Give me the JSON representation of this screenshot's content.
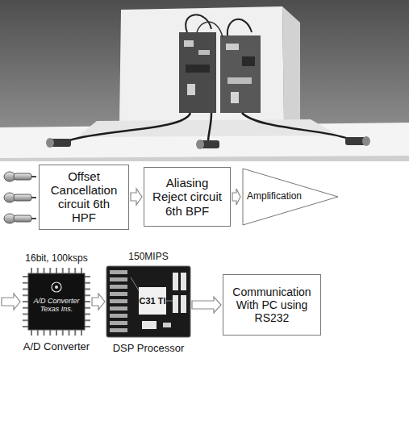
{
  "diagram": {
    "nodes": [
      {
        "text": [
          "Offset Cancellation circuit 6th HPF"
        ]
      },
      {
        "text": [
          "Aliasing Reject circuit 6th BPF"
        ]
      },
      {
        "text": [
          "Amplification"
        ]
      },
      {
        "text": [
          "16bit, 100ksps",
          "A/D Converter Texas Ins.",
          "A/D Converter"
        ]
      },
      {
        "text": [
          "150MIPS",
          "C31 TI",
          "DSP Processor"
        ]
      },
      {
        "text": [
          "Communication With PC using RS232"
        ]
      }
    ],
    "edges": [
      {
        "from": 0,
        "to": 1,
        "arrow": "to"
      },
      {
        "from": 1,
        "to": 2,
        "arrow": "to"
      },
      {
        "from": 3,
        "to": 4,
        "arrow": "to"
      },
      {
        "from": 4,
        "to": 5,
        "arrow": "to"
      }
    ]
  }
}
